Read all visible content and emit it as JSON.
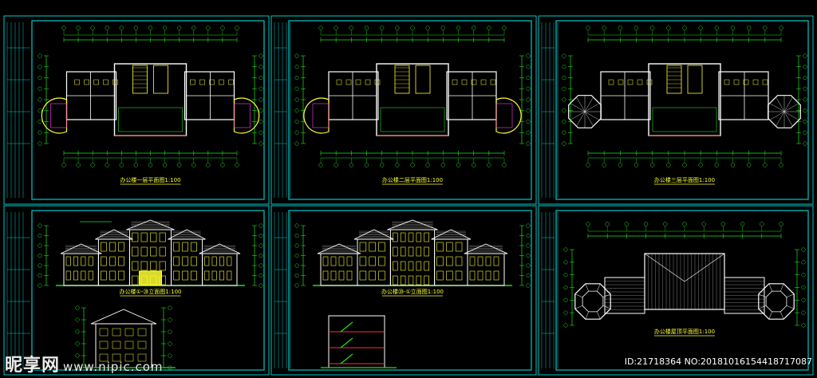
{
  "colors": {
    "background": "#000000",
    "frame": "#00c8c8",
    "dim": "#20e020",
    "wall": "#ffffff",
    "accent": "#ffff30",
    "magenta": "#ff40ff",
    "red": "#ff3030"
  },
  "sheets": [
    {
      "kind": "plan-ground",
      "caption": "办公楼一层平面图1:100"
    },
    {
      "kind": "plan-second",
      "caption": "办公楼二层平面图1:100"
    },
    {
      "kind": "plan-third",
      "caption": "办公楼三层平面图1:100"
    },
    {
      "kind": "elevation-front",
      "caption": "办公楼①-⑳立面图1:100"
    },
    {
      "kind": "elevation-rear",
      "caption": "办公楼⑳-①立面图1:100"
    },
    {
      "kind": "roof-plan",
      "caption": "办公楼屋顶平面图1:100"
    }
  ],
  "watermark": {
    "brand": "昵享网",
    "url": "www.nipic.com"
  },
  "image_id": "ID:21718364 NO:20181016154418717087"
}
